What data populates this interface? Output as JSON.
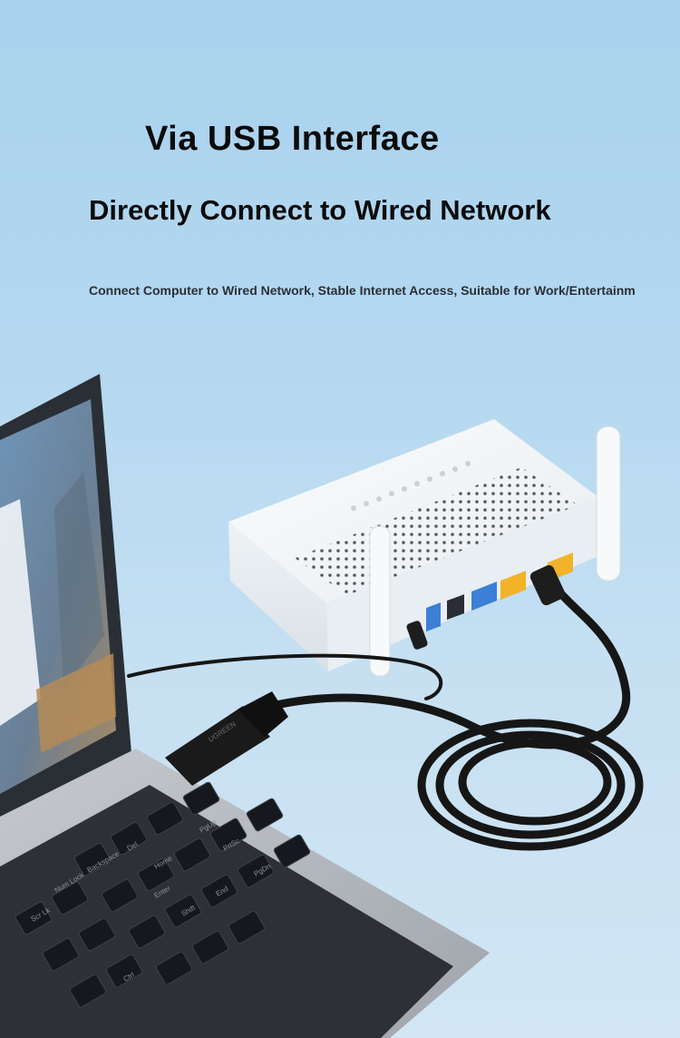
{
  "headline": {
    "title": "Via USB Interface",
    "subtitle": "Directly Connect to Wired Network",
    "description": "Connect Computer to Wired Network, Stable Internet Access, Suitable for Work/Entertainm"
  },
  "keyboard": {
    "keys": [
      "Backspace",
      "Home",
      "Enter",
      "Shift",
      "End",
      "PgUp",
      "PgDn",
      "Del",
      "Ctrl",
      "PrtSc",
      "Num Lock",
      "Scr Lk"
    ]
  },
  "adapter": {
    "brand_mark": "UGREEN"
  },
  "colors": {
    "background": "#b4d8f0",
    "router_body": "#f3f6f8",
    "lan_ports": "#f2b32a",
    "wan_port": "#3b7fd6",
    "cable": "#161616"
  }
}
